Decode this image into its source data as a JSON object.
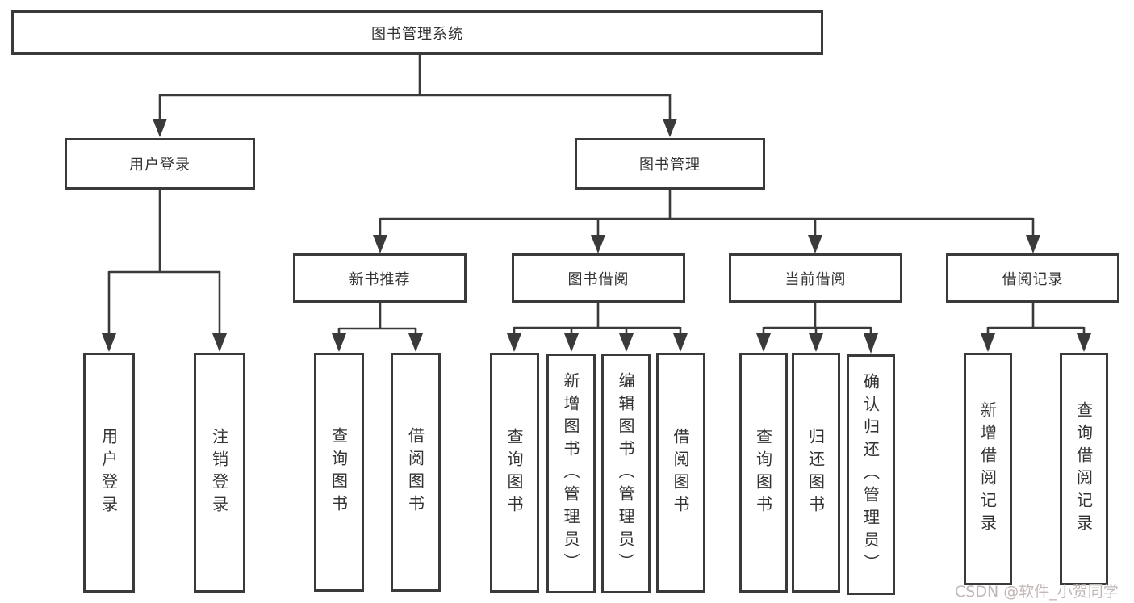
{
  "diagram": {
    "title": "图书管理系统",
    "tree": {
      "root": {
        "label": "图书管理系统"
      },
      "branches": [
        {
          "label": "用户登录",
          "children": [
            {
              "label": "用户登录"
            },
            {
              "label": "注销登录"
            }
          ]
        },
        {
          "label": "图书管理",
          "children": [
            {
              "label": "新书推荐",
              "children": [
                {
                  "label": "查询图书"
                },
                {
                  "label": "借阅图书"
                }
              ]
            },
            {
              "label": "图书借阅",
              "children": [
                {
                  "label": "查询图书"
                },
                {
                  "label": "新增图书（管理员）"
                },
                {
                  "label": "编辑图书（管理员）"
                },
                {
                  "label": "借阅图书"
                }
              ]
            },
            {
              "label": "当前借阅",
              "children": [
                {
                  "label": "查询图书"
                },
                {
                  "label": "归还图书"
                },
                {
                  "label": "确认归还（管理员）"
                }
              ]
            },
            {
              "label": "借阅记录",
              "children": [
                {
                  "label": "新增借阅记录"
                },
                {
                  "label": "查询借阅记录"
                }
              ]
            }
          ]
        }
      ]
    }
  },
  "watermark": {
    "text": "CSDN @软件_小贺同学"
  },
  "colors": {
    "line": "#3a3a3a",
    "text": "#333333",
    "background": "#ffffff",
    "watermark": "#c2b7b7"
  }
}
